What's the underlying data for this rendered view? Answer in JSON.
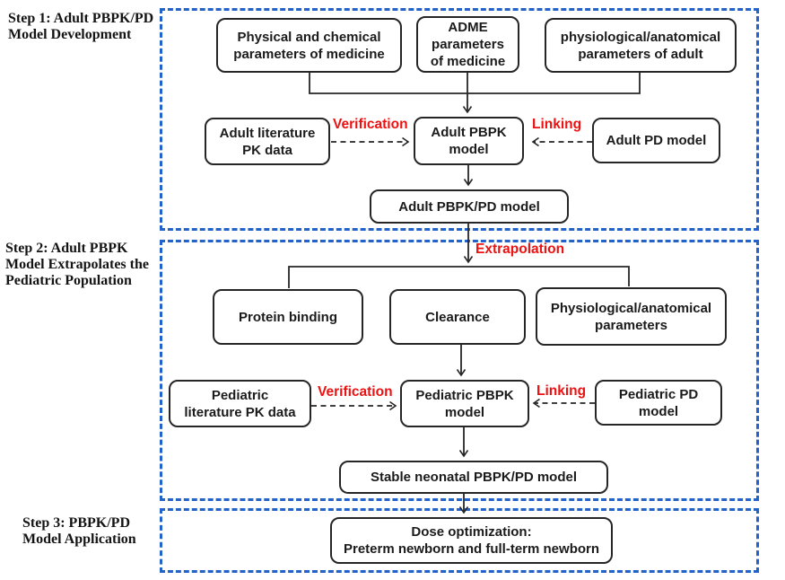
{
  "colors": {
    "region_border_blue": "#2262c9",
    "node_border": "#262626",
    "text": "#1b1b1b",
    "annotation_red": "#ee1111",
    "background": "#ffffff"
  },
  "steps": [
    {
      "label": "Step 1: Adult PBPK/PD\nModel Development"
    },
    {
      "label": "Step 2: Adult PBPK\nModel Extrapolates the\nPediatric Population"
    },
    {
      "label": "Step 3: PBPK/PD\nModel Application"
    }
  ],
  "nodes": {
    "physical_params": {
      "label": "Physical and chemical\nparameters of medicine"
    },
    "adme_params": {
      "label": "ADME\nparameters\nof medicine"
    },
    "physio_adult": {
      "label": "physiological/anatomical\nparameters of adult"
    },
    "adult_lit_pk": {
      "label": "Adult literature\nPK data"
    },
    "adult_pbpk": {
      "label": "Adult PBPK\nmodel"
    },
    "adult_pd": {
      "label": "Adult PD model"
    },
    "adult_pbpkpd": {
      "label": "Adult PBPK/PD model"
    },
    "protein_binding": {
      "label": "Protein binding"
    },
    "clearance": {
      "label": "Clearance"
    },
    "physio_params": {
      "label": "Physiological/anatomical\nparameters"
    },
    "ped_lit_pk": {
      "label": "Pediatric\nliterature PK data"
    },
    "ped_pbpk": {
      "label": "Pediatric PBPK\nmodel"
    },
    "ped_pd": {
      "label": "Pediatric PD\nmodel"
    },
    "stable_neonatal": {
      "label": "Stable neonatal PBPK/PD model"
    },
    "dose_opt": {
      "label": "Dose optimization:\nPreterm newborn and full-term newborn"
    }
  },
  "annotations": {
    "verification_adult": "Verification",
    "linking_adult": "Linking",
    "extrapolation": "Extrapolation",
    "verification_pediatric": "Verification",
    "linking_pediatric": "Linking"
  }
}
